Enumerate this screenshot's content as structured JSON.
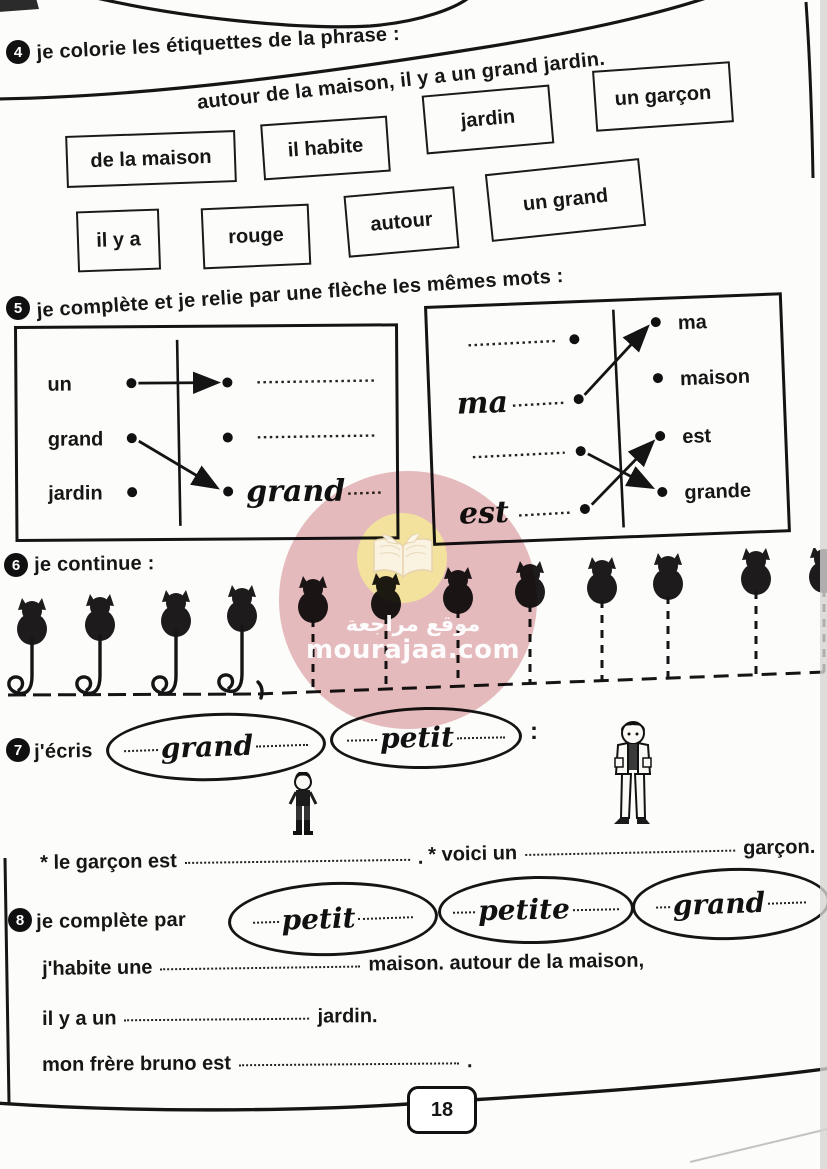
{
  "exercise4": {
    "number": "4",
    "title": "je colorie les étiquettes de la phrase :",
    "sentence": "autour de la maison, il y a un grand jardin.",
    "tags": [
      "de la maison",
      "il habite",
      "jardin",
      "un garçon",
      "il y a",
      "rouge",
      "autour",
      "un grand"
    ]
  },
  "exercise5": {
    "number": "5",
    "title": "je complète et je relie par une flèche les mêmes mots :",
    "left_box": {
      "words": [
        "un",
        "grand",
        "jardin"
      ],
      "answer": "grand"
    },
    "right_box": {
      "filled": [
        "ma",
        "est"
      ],
      "options": [
        "ma",
        "maison",
        "est",
        "grande"
      ]
    }
  },
  "exercise6": {
    "number": "6",
    "title": "je continue :"
  },
  "exercise7": {
    "number": "7",
    "title": "j'écris",
    "oval_words": [
      "grand",
      "petit"
    ],
    "colon": ":",
    "line1_label": "* le garçon est",
    "line1_end": ".",
    "line2_label": "* voici un",
    "line2_end": "garçon."
  },
  "exercise8": {
    "number": "8",
    "title": "je complète par",
    "oval_words": [
      "petit",
      "petite",
      "grand"
    ],
    "line1_label": "j'habite une",
    "line1_end": "maison. autour de la maison,",
    "line2_label": "il y a un",
    "line2_end": "jardin.",
    "line3_label": "mon frère bruno est",
    "line3_end": "."
  },
  "watermark": {
    "line1": "موقع مراجعة",
    "line2": "mourajaa.com",
    "pink": "#e8bcc1",
    "yellow": "#f6e5a0"
  },
  "footer": {
    "page_number": "18"
  }
}
